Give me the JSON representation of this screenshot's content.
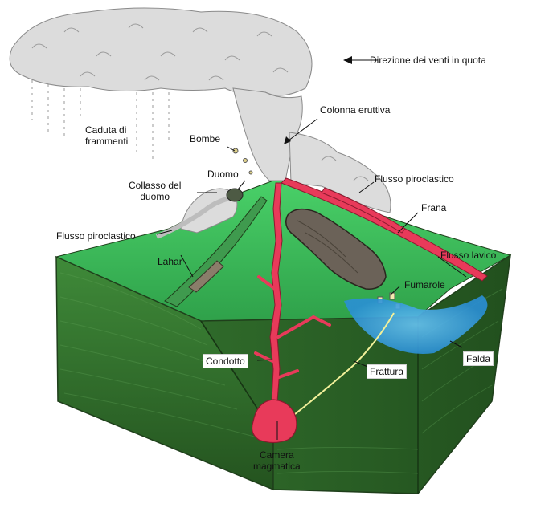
{
  "labels": {
    "wind": "Direzione dei venti in quota",
    "column": "Colonna eruttiva",
    "caduta_1": "Caduta di",
    "caduta_2": "frammenti",
    "bombe": "Bombe",
    "duomo": "Duomo",
    "collasso_1": "Collasso del",
    "collasso_2": "duomo",
    "flusso_left": "Flusso piroclastico",
    "flusso_right": "Flusso piroclastico",
    "frana": "Frana",
    "lahar": "Lahar",
    "flusso_lavico": "Flusso lavico",
    "fumarole": "Fumarole",
    "falda": "Falda",
    "condotto": "Condotto",
    "frattura": "Frattura",
    "camera_1": "Camera",
    "camera_2": "magmatica"
  },
  "colors": {
    "ground_top": "#3fbf5a",
    "ground_front": "#2f6a2a",
    "ground_side": "#2a5f27",
    "magma": "#e83a5a",
    "ash": "#d9d9d9",
    "water": "#3aa0e0",
    "landslide": "#6b6258"
  }
}
